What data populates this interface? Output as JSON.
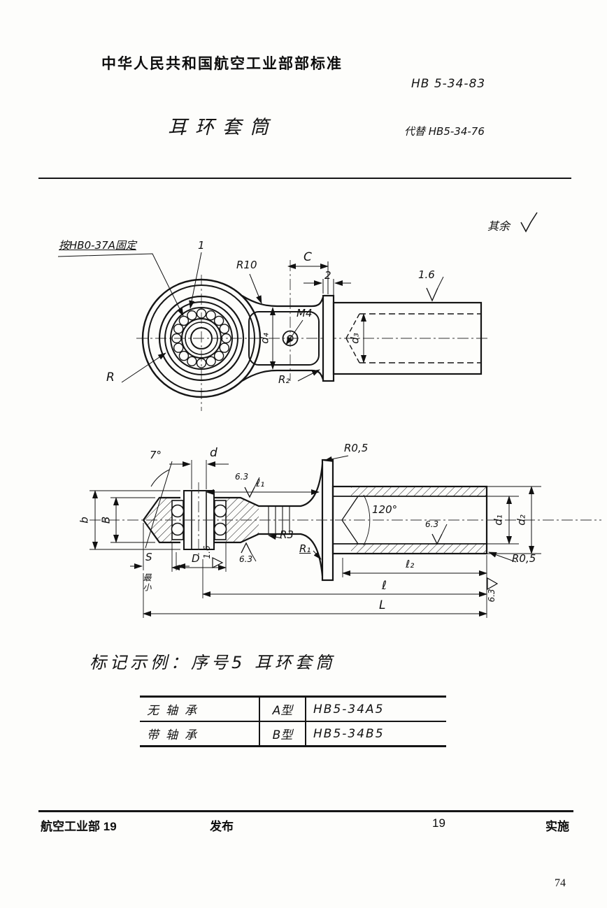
{
  "page": {
    "number": "74"
  },
  "header": {
    "standard_title": "中华人民共和国航空工业部部标准",
    "doc_number": "HB 5-34-83",
    "part_title": "耳环套筒",
    "replaces_note": "代替 HB5-34-76",
    "surface_note": "其余"
  },
  "drawing_top": {
    "fixing_note": "按HB0-37A固定",
    "item_ref": "1",
    "r10": "R10",
    "c": "C",
    "flange_width": "2",
    "roughness_16": "1.6",
    "d4": "d₄",
    "m4": "M4",
    "d3": "d₃",
    "r2": "R₂",
    "r": "R"
  },
  "drawing_section": {
    "taper_angle": "7°",
    "d": "d",
    "l1": "ℓ₁",
    "roughness_63": "6.3",
    "r05": "R0,5",
    "b": "b",
    "B": "B",
    "cone_angle": "120°",
    "d1": "d₁",
    "d2": "d₂",
    "s": "S",
    "min_note": "最小",
    "D": "D",
    "roughness_16": "1.6",
    "r3": "R3",
    "r1": "R₁",
    "l2": "ℓ₂",
    "l": "ℓ",
    "L": "L"
  },
  "marking_example": "标记示例：序号5 耳环套筒",
  "type_table": {
    "rows": [
      {
        "bearing": "无轴承",
        "type": "A型",
        "designation": "HB5-34A5"
      },
      {
        "bearing": "带轴承",
        "type": "B型",
        "designation": "HB5-34B5"
      }
    ]
  },
  "footer": {
    "issuer": "航空工业部",
    "issue_year": "19",
    "publish_label": "发布",
    "impl_year": "19",
    "implement_label": "实施"
  }
}
